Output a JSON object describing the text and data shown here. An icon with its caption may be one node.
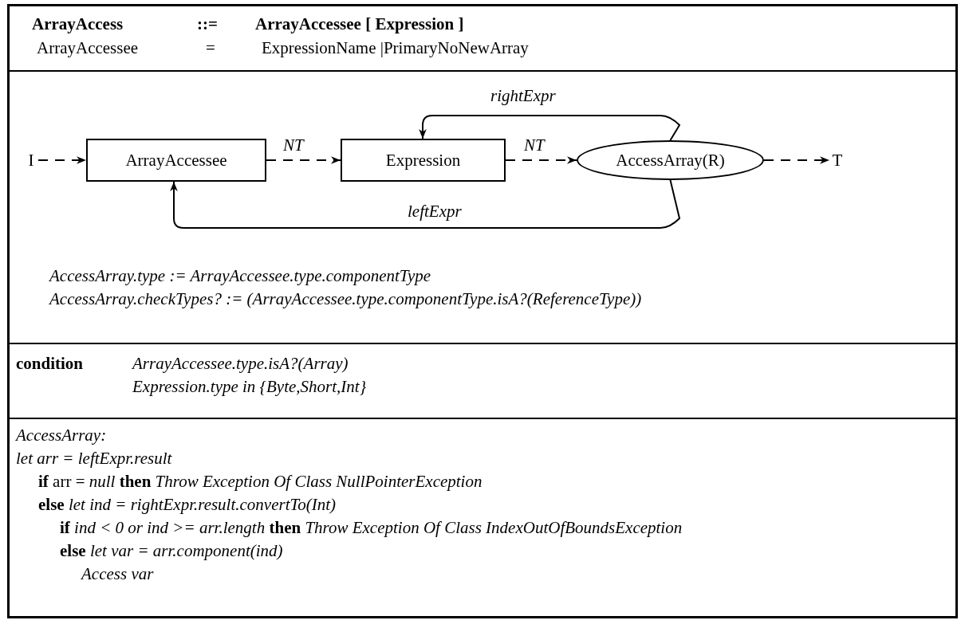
{
  "diagram": {
    "nodes": [
      {
        "text": [
          "I"
        ]
      },
      {
        "text": [
          "ArrayAccessee"
        ]
      },
      {
        "text": [
          "Expression"
        ]
      },
      {
        "text": [
          "AccessArray(R)"
        ]
      },
      {
        "text": [
          "T"
        ]
      }
    ],
    "edges": [
      {
        "from": 0,
        "to": 1,
        "arrow": "to",
        "style": "dashed"
      },
      {
        "from": 1,
        "to": 2,
        "arrow": "to",
        "style": "dashed",
        "label": "NT"
      },
      {
        "from": 2,
        "to": 3,
        "arrow": "to",
        "style": "dashed",
        "label": "NT"
      },
      {
        "from": 3,
        "to": 4,
        "arrow": "to",
        "style": "dashed"
      },
      {
        "from": 3,
        "to": 2,
        "arrow": "to",
        "label": "rightExpr"
      },
      {
        "from": 3,
        "to": 1,
        "arrow": "to",
        "label": "leftExpr"
      }
    ],
    "labels": [
      "ArrayAccess",
      "::=",
      "ArrayAccessee [ Expression ]",
      "ArrayAccessee",
      "=",
      "ExpressionName |PrimaryNoNewArray",
      "AccessArray.type := ArrayAccessee.type.componentType",
      "AccessArray.checkTypes? := (ArrayAccessee.type.componentType.isA?(ReferenceType))",
      "condition",
      "ArrayAccessee.type.isA?(Array)",
      "Expression.type in {Byte,Short,Int}",
      "AccessArray:",
      "let arr = leftExpr.result",
      "**if** arr = *null* **then** *Throw Exception Of Class NullPointerException*",
      "**else** *let ind = rightExpr.result.convertTo(Int)*",
      "**if** *ind < 0 or ind >= arr.length* **then** *Throw Exception Of Class IndexOutOfBoundsException*",
      "**else** *let var = arr.component(ind)*",
      "Access var"
    ]
  }
}
